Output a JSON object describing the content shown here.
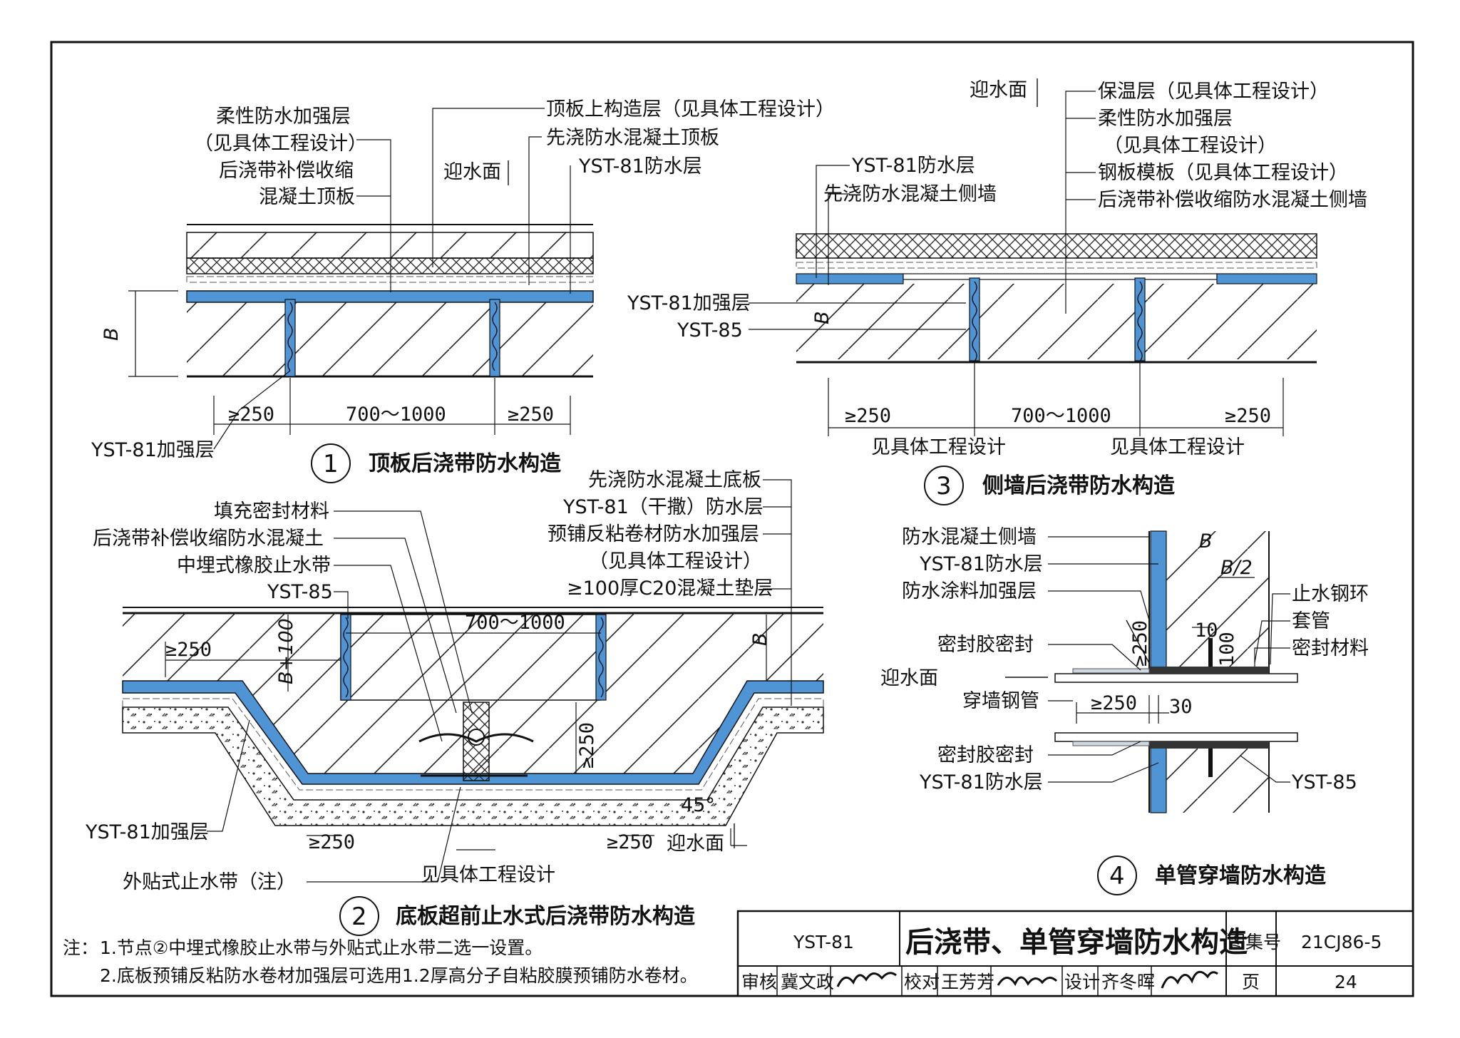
{
  "details": [
    {
      "num": "1",
      "title": "顶板后浇带防水构造"
    },
    {
      "num": "2",
      "title": "底板超前止水式后浇带防水构造"
    },
    {
      "num": "3",
      "title": "侧墙后浇带防水构造"
    },
    {
      "num": "4",
      "title": "单管穿墙防水构造"
    }
  ],
  "d1": {
    "labels": [
      "柔性防水加强层",
      "（见具体工程设计）",
      "后浇带补偿收缩",
      "混凝土顶板",
      "顶板上构造层（见具体工程设计）",
      "先浇防水混凝土顶板",
      "YST-81防水层",
      "迎水面",
      "YST-81加强层",
      "B"
    ],
    "dims": [
      "≥250",
      "700～1000",
      "≥250"
    ]
  },
  "d3": {
    "labels": [
      "迎水面",
      "保温层（见具体工程设计）",
      "柔性防水加强层",
      "（见具体工程设计）",
      "钢板模板（见具体工程设计）",
      "后浇带补偿收缩防水混凝土侧墙",
      "YST-81防水层",
      "先浇防水混凝土侧墙",
      "YST-81加强层",
      "YST-85",
      "B"
    ],
    "dims": [
      "≥250",
      "700～1000",
      "≥250"
    ],
    "notes": [
      "见具体工程设计",
      "见具体工程设计"
    ]
  },
  "d2": {
    "labels": [
      "填充密封材料",
      "后浇带补偿收缩防水混凝土",
      "中埋式橡胶止水带",
      "YST-85",
      "先浇防水混凝土底板",
      "YST-81（干撒）防水层",
      "预铺反粘卷材防水加强层",
      "（见具体工程设计）",
      "≥100厚C20混凝土垫层",
      "YST-81加强层",
      "外贴式止水带（注）",
      "迎水面",
      "B",
      "B+100",
      "45°"
    ],
    "dims": [
      "≥250",
      "700～1000",
      "≥250",
      "≥250",
      "≥250"
    ],
    "notes": [
      "见具体工程设计"
    ]
  },
  "d4": {
    "labels": [
      "防水混凝土侧墙",
      "YST-81防水层",
      "防水涂料加强层",
      "密封胶密封",
      "迎水面",
      "穿墙钢管",
      "密封胶密封",
      "YST-81防水层",
      "止水钢环",
      "套管",
      "密封材料",
      "YST-85",
      "B",
      "B/2"
    ],
    "dims": [
      "≥250",
      "10",
      "100",
      "≥250",
      "30"
    ]
  },
  "notes": {
    "prefix": "注：",
    "items": [
      "1.节点②中埋式橡胶止水带与外贴式止水带二选一设置。",
      "2.底板预铺反粘防水卷材加强层可选用1.2厚高分子自粘胶膜预铺防水卷材。"
    ]
  },
  "title_block": {
    "product": "YST-81",
    "title": "后浇带、单管穿墙防水构造",
    "atlas_label": "图集号",
    "atlas_no": "21CJ86-5",
    "review_label": "审核",
    "reviewer": "冀文政",
    "check_label": "校对",
    "checker": "王芳芳",
    "design_label": "设计",
    "designer": "齐冬晖",
    "page_label": "页",
    "page_no": "24"
  },
  "colors": {
    "membrane": "#4f95d6",
    "line": "#111111"
  }
}
